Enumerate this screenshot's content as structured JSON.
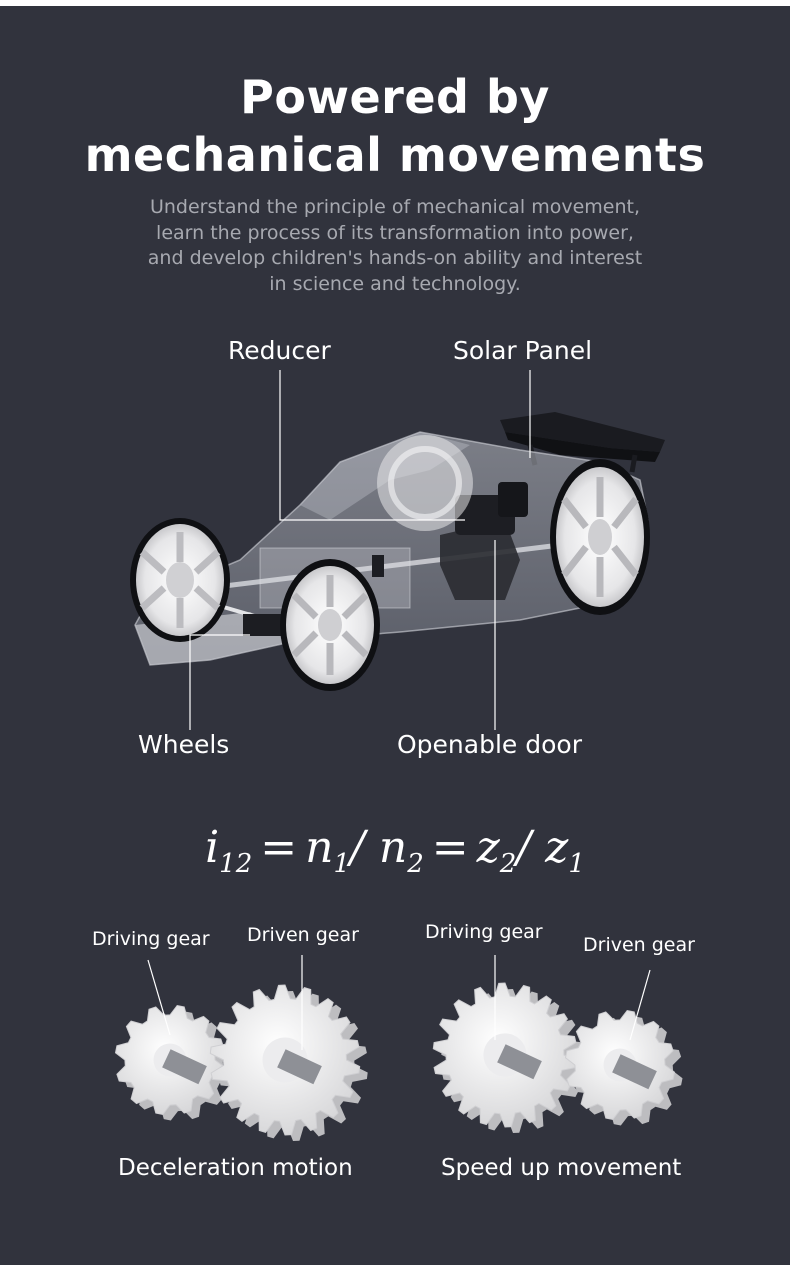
{
  "header": {
    "title_line1": "Powered by",
    "title_line2": "mechanical movements",
    "subtitle_lines": [
      "Understand the principle of mechanical movement,",
      "learn the process of its transformation into power,",
      "and develop children's hands-on ability and interest",
      "in science and technology."
    ]
  },
  "car_callouts": {
    "reducer": "Reducer",
    "solar_panel": "Solar Panel",
    "wheels": "Wheels",
    "openable_door": "Openable door"
  },
  "formula": {
    "i": "i",
    "i_sub": "12",
    "eq1": "=",
    "n1": "n",
    "n1_sub": "1",
    "slash1": "/",
    "n2": "n",
    "n2_sub": "2",
    "eq2": "=",
    "z2": "z",
    "z2_sub": "2",
    "slash2": "/",
    "z1": "z",
    "z1_sub": "1"
  },
  "gears": {
    "left": {
      "driving_label": "Driving gear",
      "driven_label": "Driven gear",
      "caption": "Deceleration motion"
    },
    "right": {
      "driving_label": "Driving gear",
      "driven_label": "Driven gear",
      "caption": "Speed up movement"
    }
  },
  "colors": {
    "background": "#31333d",
    "subtitle": "#a7a9b0",
    "gear_white": "#f2f2f2",
    "leader_line": "#ffffff"
  }
}
